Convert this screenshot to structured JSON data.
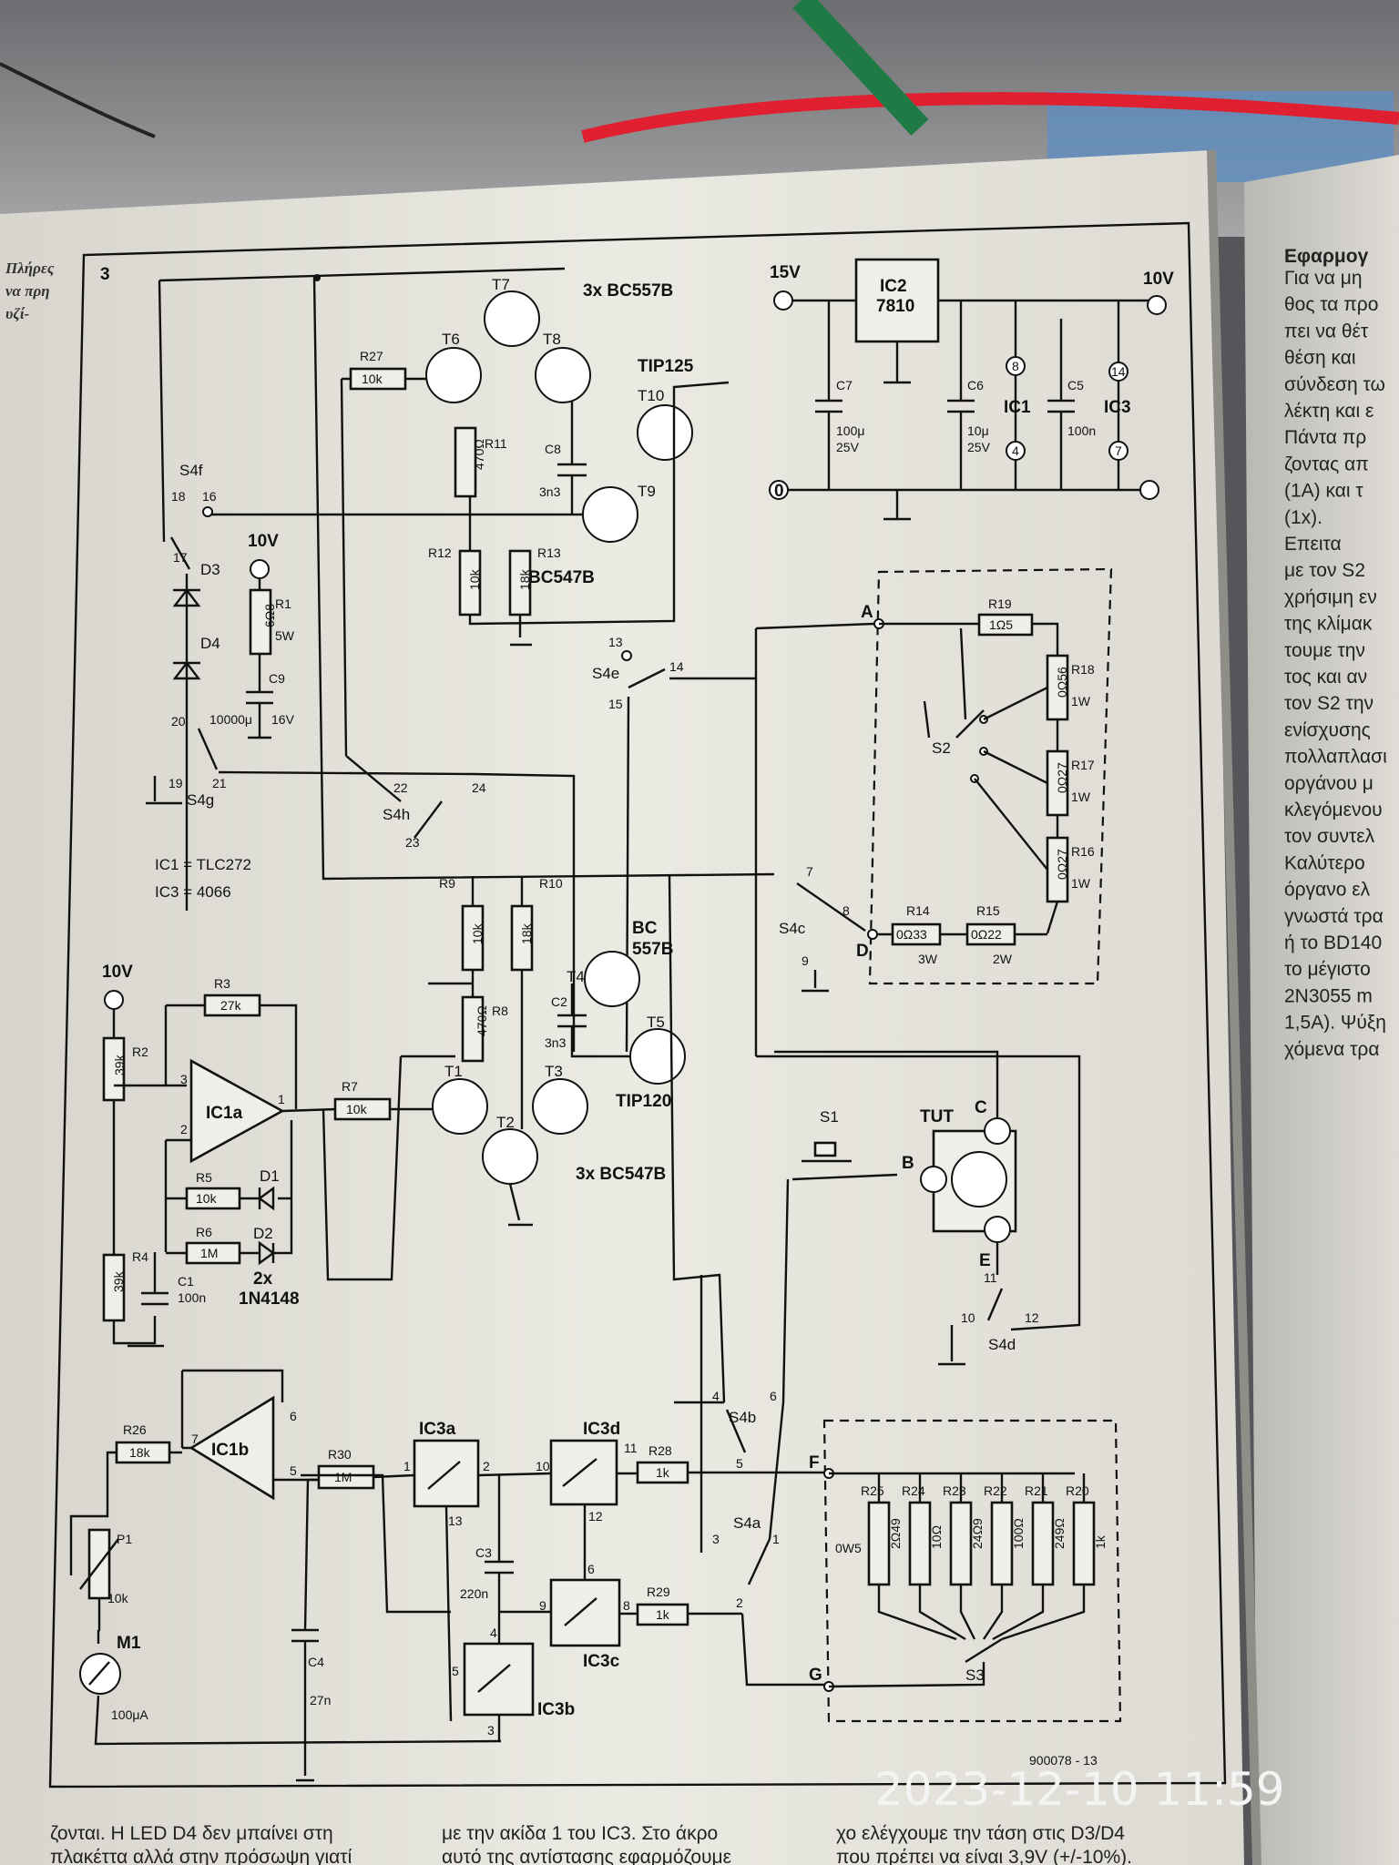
{
  "figure": {
    "number": "3",
    "code": "900078 - 13"
  },
  "left_margin_text": [
    "Πλήρες",
    "να πρη",
    "υζί-"
  ],
  "right_page": {
    "heading": "Εφαρμογ",
    "lines": [
      "Για να μη",
      "θος τα προ",
      "πει να θέτ",
      "θέση και",
      "σύνδεση τω",
      "λέκτη και ε",
      "Πάντα πρ",
      "ζοντας απ",
      "(1A) και τ",
      "(1x).",
      "Επειτα",
      "με τον S2",
      "χρήσιμη εν",
      "της κλίμακ",
      "τουμε την",
      "τος και αν",
      "τον S2 την",
      "ενίσχυσης",
      "πολλαπλασι",
      "οργάνου μ",
      "κλεγόμενου",
      "τον συντελ",
      "Καλύτερο",
      "όργανο ελ",
      "γνωστά τρα",
      "ή το BD140",
      "το μέγιστο",
      "2N3055 m",
      "1,5A). Ψύξη",
      "χόμενα τρα"
    ]
  },
  "bottom_text": {
    "col1": [
      "ζονται. Η LED D4 δεν μπαίνει στη",
      "πλακέττα αλλά στην πρόσωψη γιατί"
    ],
    "col2": [
      "με την ακίδα 1 του IC3. Στο άκρο",
      "αυτό της αντίστασης εφαρμόζουμε"
    ],
    "col3": [
      "χο ελέγχουμε την τάση στις D3/D4",
      "που πρέπει να είναι 3,9V (+/-10%)."
    ]
  },
  "timestamp": "2023-12-10  11:59",
  "schematic": {
    "notes": [
      "IC1 = TLC272",
      "IC3 = 4066"
    ],
    "parts": {
      "t7_group": "3x BC557B",
      "t10": "TIP125",
      "t9": "BC547B",
      "t4_l1": "BC",
      "t4_l2": "557B",
      "t5": "TIP120",
      "t123_group": "3x BC547B",
      "tut": "TUT",
      "diodes_l1": "2x",
      "diodes_l2": "1N4148",
      "ic2_l1": "IC2",
      "ic2_l2": "7810"
    },
    "labels": {
      "T6": "T6",
      "T7": "T7",
      "T8": "T8",
      "T9": "T9",
      "T10": "T10",
      "T1": "T1",
      "T2": "T2",
      "T3": "T3",
      "T4": "T4",
      "T5": "T5",
      "IC1a": "IC1a",
      "IC1b": "IC1b",
      "IC3a": "IC3a",
      "IC3b": "IC3b",
      "IC3c": "IC3c",
      "IC3d": "IC3d",
      "IC1": "IC1",
      "IC3": "IC3",
      "S1": "S1",
      "S2": "S2",
      "S3": "S3",
      "S4a": "S4a",
      "S4b": "S4b",
      "S4c": "S4c",
      "S4d": "S4d",
      "S4e": "S4e",
      "S4f": "S4f",
      "S4g": "S4g",
      "S4h": "S4h",
      "D1": "D1",
      "D2": "D2",
      "D3": "D3",
      "D4": "D4",
      "M1": "M1",
      "P1": "P1",
      "A": "A",
      "B": "B",
      "C": "C",
      "D": "D",
      "E": "E",
      "F": "F",
      "G": "G"
    },
    "values": {
      "R27": "10k",
      "R11": "470Ω",
      "R12": "10k",
      "R13": "18k",
      "C8": "3n3",
      "R1": "6Ω8",
      "R1w": "5W",
      "C9": "10000μ",
      "C9v": "16V",
      "R9": "10k",
      "R10": "18k",
      "R8": "470Ω",
      "C2": "3n3",
      "R2": "39k",
      "R3": "27k",
      "R4": "39k",
      "R5": "10k",
      "R6": "1M",
      "R7": "10k",
      "C1": "100n",
      "R26": "18k",
      "R30": "1M",
      "P1": "10k",
      "M1": "100μA",
      "C4": "27n",
      "C3": "220n",
      "R28": "1k",
      "R29": "1k",
      "R19": "1Ω5",
      "R18": "0Ω56",
      "R17": "0Ω27",
      "R16": "0Ω27",
      "R14": "0Ω33",
      "R15": "0Ω22",
      "R14w": "3W",
      "R15w": "2W",
      "Rw": "1W",
      "C7": "100μ",
      "C7v": "25V",
      "C6": "10μ",
      "C6v": "25V",
      "C5": "100n",
      "R25": "2Ω49",
      "R24": "10Ω",
      "R23": "24Ω9",
      "R22": "100Ω",
      "R21": "249Ω",
      "R20": "1k",
      "R25w": "0W5"
    },
    "refs": {
      "R27": "R27",
      "R11": "R11",
      "R12": "R12",
      "R13": "R13",
      "C8": "C8",
      "R1": "R1",
      "C9": "C9",
      "R9": "R9",
      "R10": "R10",
      "R8": "R8",
      "C2": "C2",
      "R2": "R2",
      "R3": "R3",
      "R4": "R4",
      "R5": "R5",
      "R6": "R6",
      "R7": "R7",
      "C1": "C1",
      "R26": "R26",
      "R30": "R30",
      "C4": "C4",
      "C3": "C3",
      "R28": "R28",
      "R29": "R29",
      "R19": "R19",
      "R18": "R18",
      "R17": "R17",
      "R16": "R16",
      "R14": "R14",
      "R15": "R15",
      "C7": "C7",
      "C6": "C6",
      "C5": "C5",
      "R25": "R25",
      "R24": "R24",
      "R23": "R23",
      "R22": "R22",
      "R21": "R21",
      "R20": "R20"
    },
    "supplies": {
      "v15": "15V",
      "v10_out": "10V",
      "v10_a": "10V",
      "v10_b": "10V",
      "zero": "0"
    },
    "pins": {
      "p1": "1",
      "p2": "2",
      "p3": "3",
      "p4": "4",
      "p5": "5",
      "p6": "6",
      "p7": "7",
      "p8": "8",
      "p9": "9",
      "p10": "10",
      "p11": "11",
      "p12": "12",
      "p13": "13",
      "p14": "14",
      "p15": "15",
      "p16": "16",
      "p17": "17",
      "p18": "18",
      "p19": "19",
      "p20": "20",
      "p21": "21",
      "p22": "22",
      "p23": "23",
      "p24": "24"
    }
  }
}
